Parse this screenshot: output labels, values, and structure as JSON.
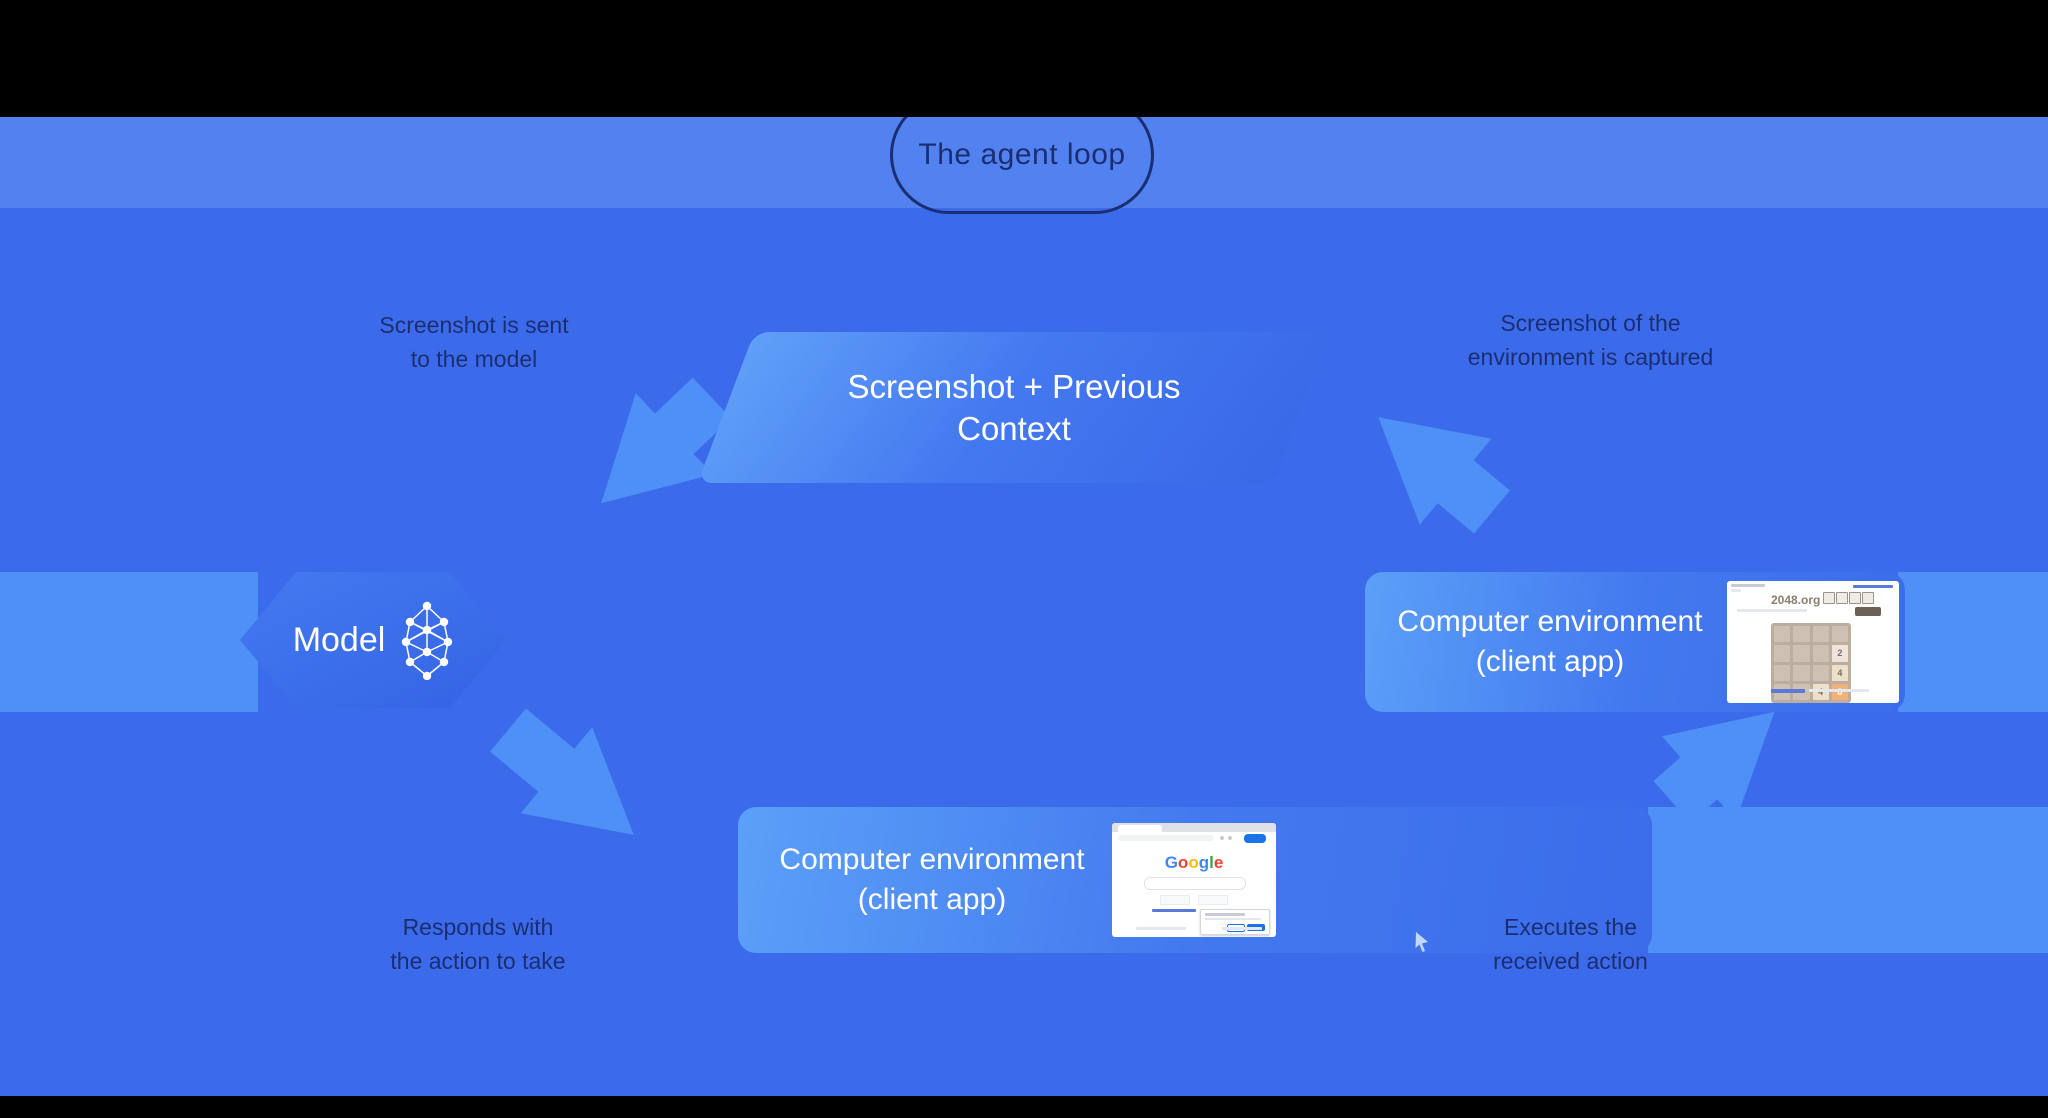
{
  "title_pill": {
    "label": "The agent loop"
  },
  "nodes": {
    "screenshot_context": {
      "line1": "Screenshot + Previous",
      "line2": "Context"
    },
    "model": {
      "label": "Model"
    },
    "computer_env_right": {
      "line1": "Computer environment",
      "line2": "(client app)"
    },
    "computer_env_bottom": {
      "line1": "Computer environment",
      "line2": "(client app)"
    }
  },
  "arrow_labels": {
    "screenshot_to_model": {
      "line1": "Screenshot is sent",
      "line2": "to the model"
    },
    "env_to_screenshot": {
      "line1": "Screenshot of the",
      "line2": "environment is captured"
    },
    "model_to_env": {
      "line1": "Responds with",
      "line2": "the action to take"
    },
    "env_executes": {
      "line1": "Executes the",
      "line2": "received action"
    }
  },
  "thumbnails": {
    "game_2048": {
      "site_title": "2048.org",
      "tiles": {
        "t1": "2",
        "t2": "4",
        "t3": "4",
        "t4": "8"
      }
    },
    "google_search": {
      "logo_letters": [
        "G",
        "o",
        "o",
        "g",
        "l",
        "e"
      ]
    }
  },
  "colors": {
    "background": "#3B6BEB",
    "ribbon": "#4E90F6",
    "label_text": "#1C2E73",
    "node_text": "#FFFFFF",
    "letterbox": "#000000"
  }
}
